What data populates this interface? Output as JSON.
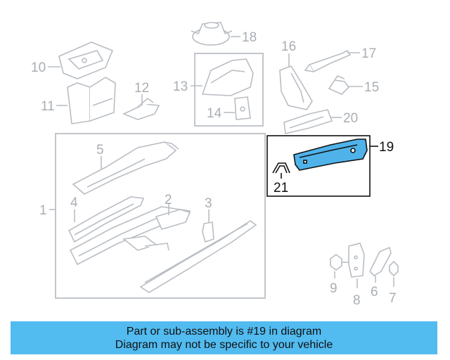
{
  "callouts": {
    "c1": "1",
    "c2": "2",
    "c3": "3",
    "c4": "4",
    "c5": "5",
    "c6": "6",
    "c7": "7",
    "c8": "8",
    "c9": "9",
    "c10": "10",
    "c11": "11",
    "c12": "12",
    "c13": "13",
    "c14": "14",
    "c15": "15",
    "c16": "16",
    "c17": "17",
    "c18": "18",
    "c19": "19",
    "c20": "20",
    "c21": "21"
  },
  "highlight": {
    "part": "19",
    "sub_part": "21",
    "color": "#4fb3ea"
  },
  "banner": {
    "line1": "Part or sub-assembly is #19 in diagram",
    "line2": "Diagram may not be specific to your vehicle",
    "color": "#52bbf0"
  }
}
